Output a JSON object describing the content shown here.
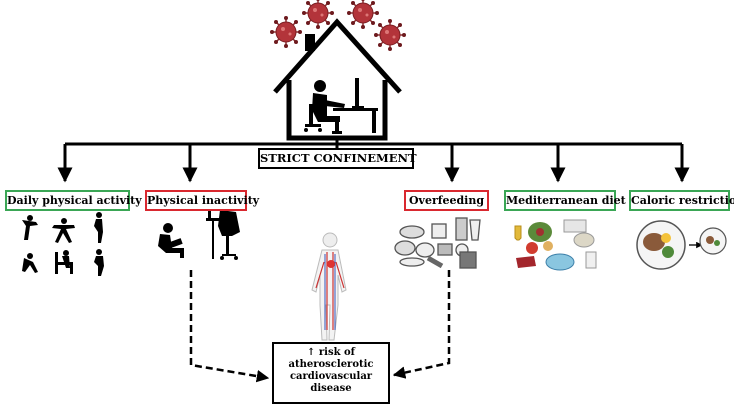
{
  "center": {
    "title": "STRICT CONFINEMENT"
  },
  "boxes": {
    "daily_activity": "Daily physical activity",
    "inactivity": "Physical inactivity",
    "overfeeding": "Overfeeding",
    "mediterranean": "Mediterranean diet",
    "caloric": "Caloric restriction"
  },
  "outcome": {
    "arrow": "↑",
    "text": "risk of atherosclerotic cardiovascular disease"
  },
  "colors": {
    "positive_border": "#3aa655",
    "negative_border": "#d9282f",
    "virus": "#b3343a",
    "line": "#000000"
  },
  "icons": [
    "virus-icon",
    "house-icon",
    "person-at-computer-icon",
    "exercise-silhouettes-icon",
    "sitting-person-icon",
    "human-circulatory-system-icon",
    "junk-food-icon",
    "mediterranean-food-icon",
    "healthy-plate-icon"
  ]
}
